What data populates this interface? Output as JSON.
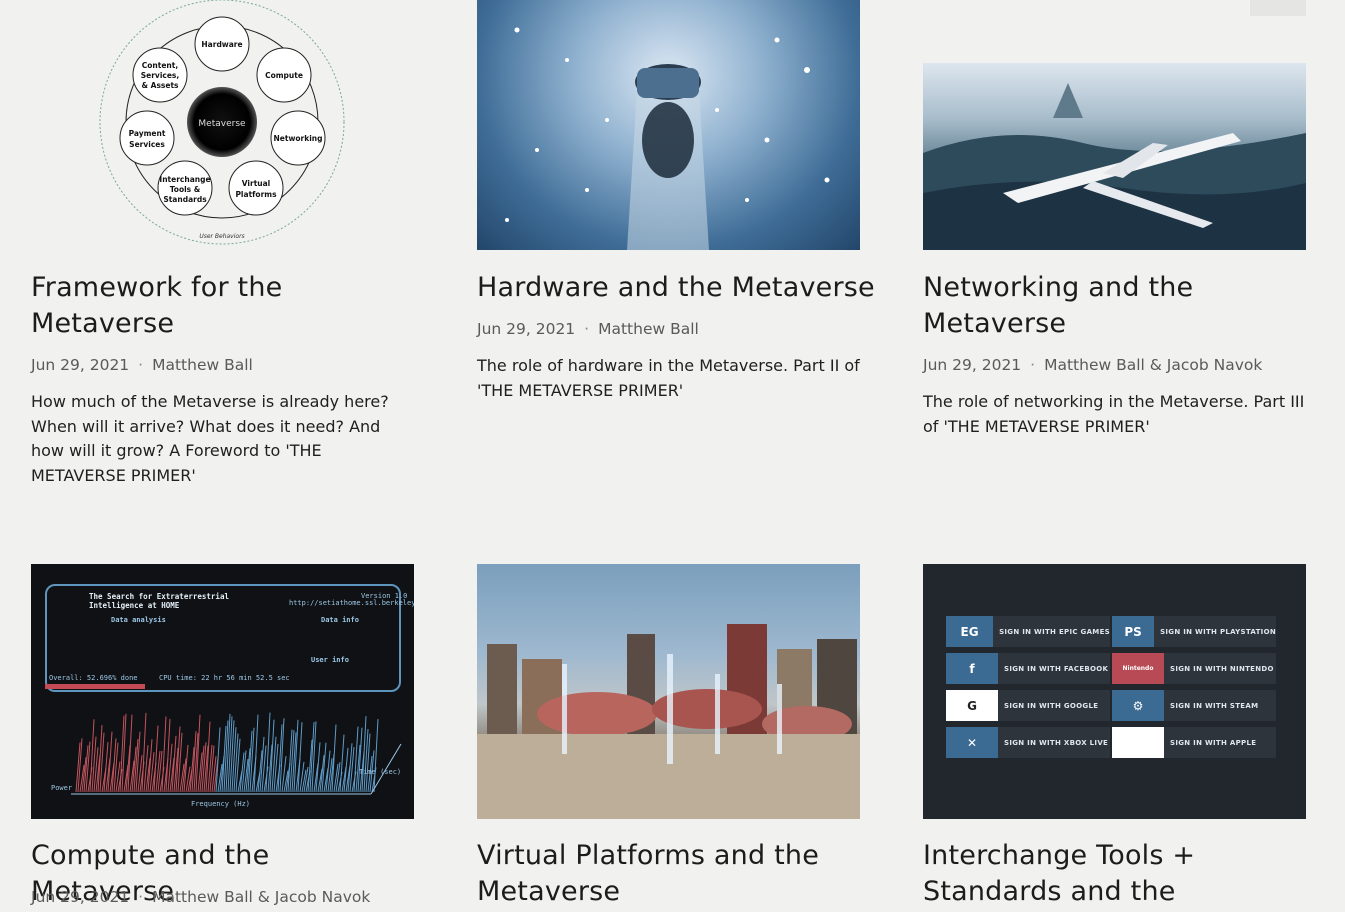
{
  "cards": [
    {
      "title": "Framework for the Metaverse",
      "date": "Jun 29, 2021",
      "author": "Matthew Ball",
      "description": "How much of the Metaverse is already here? When will it arrive? What does it need? And how will it grow? A Foreword to 'THE METAVERSE PRIMER'",
      "diagram": {
        "center": "Metaverse",
        "nodes": [
          "Hardware",
          "Compute",
          "Networking",
          "Virtual Platforms",
          "Interchange Tools & Standards",
          "Payment Services",
          "Content, Services, & Assets"
        ],
        "footer": "User Behaviors"
      }
    },
    {
      "title": "Hardware and the Metaverse",
      "date": "Jun 29, 2021",
      "author": "Matthew Ball",
      "description": "The role of hardware in the Metaverse. Part II of 'THE METAVERSE PRIMER'"
    },
    {
      "title": "Networking and the Metaverse",
      "date": "Jun 29, 2021",
      "author": "Matthew Ball & Jacob Navok",
      "description": "The role of networking in the Metaverse. Part III of 'THE METAVERSE PRIMER'"
    },
    {
      "title": "Compute and the Metaverse",
      "date": "Jun 29, 2021",
      "author": "Matthew Ball & Jacob Navok",
      "seti": {
        "title": "The Search for Extraterrestrial Intelligence at HOME",
        "url": "http://setiathome.ssl.berkeley.edu",
        "version": "Version 1.0",
        "data_analysis": "Data analysis",
        "data_info": "Data info",
        "user_info": "User info",
        "cpu_time": "CPU time: 22 hr 56 min 52.5 sec",
        "overall": "Overall: 52.696% done",
        "freq_label": "Frequency (Hz)",
        "power_label": "Power",
        "time_label": "Time (sec)"
      }
    },
    {
      "title": "Virtual Platforms and the Metaverse"
    },
    {
      "title": "Interchange Tools + Standards and the",
      "signin": [
        {
          "icon": "EG",
          "label": "SIGN IN WITH EPIC GAMES",
          "icon_name": "epic-games-icon",
          "icon_bg": "#3b6a93"
        },
        {
          "icon": "PS",
          "label": "SIGN IN WITH PLAYSTATION",
          "icon_name": "playstation-icon",
          "icon_bg": "#3b6a93"
        },
        {
          "icon": "f",
          "label": "SIGN IN WITH FACEBOOK",
          "icon_name": "facebook-icon",
          "icon_bg": "#3b6a93"
        },
        {
          "icon": "Nintendo",
          "label": "SIGN IN WITH NINTENDO",
          "icon_name": "nintendo-icon",
          "icon_bg": "#b84a55"
        },
        {
          "icon": "G",
          "label": "SIGN IN WITH GOOGLE",
          "icon_name": "google-icon",
          "icon_bg": "#ffffff"
        },
        {
          "icon": "⚙",
          "label": "SIGN IN WITH STEAM",
          "icon_name": "steam-icon",
          "icon_bg": "#3b6a93"
        },
        {
          "icon": "✕",
          "label": "SIGN IN WITH XBOX LIVE",
          "icon_name": "xbox-icon",
          "icon_bg": "#3b6a93"
        },
        {
          "icon": "",
          "label": "SIGN IN WITH APPLE",
          "icon_name": "apple-icon",
          "icon_bg": "#ffffff"
        }
      ]
    }
  ]
}
